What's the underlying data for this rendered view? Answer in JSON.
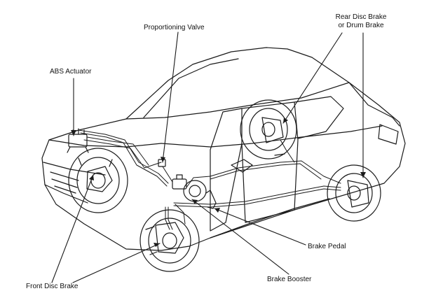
{
  "labels": {
    "proportioning_valve": "Proportioning Valve",
    "abs_actuator": "ABS Actuator",
    "rear_brake_line1": "Rear Disc Brake",
    "rear_brake_line2": "or Drum Brake",
    "brake_pedal": "Brake Pedal",
    "brake_booster": "Brake Booster",
    "front_disc_brake": "Front Disc Brake"
  },
  "colors": {
    "line": "#1a1a1a",
    "background": "#ffffff"
  }
}
